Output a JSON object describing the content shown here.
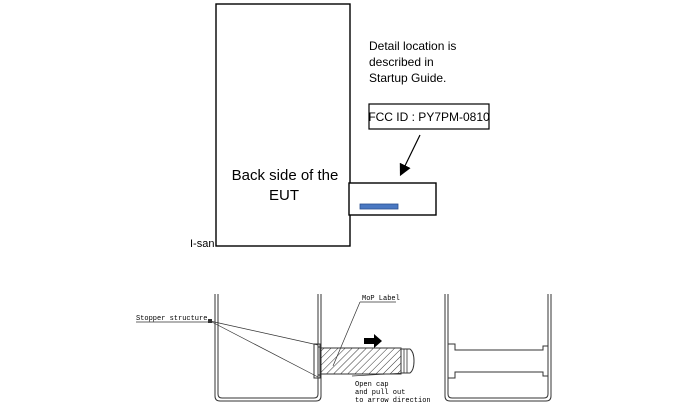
{
  "top": {
    "device_label_line1": "Back  side of the",
    "device_label_line2": "EUT",
    "note_line1": "Detail location is",
    "note_line2": "described in",
    "note_line3": "Startup Guide.",
    "fcc_label": "FCC ID : PY7PM-0810",
    "brand": "I-san"
  },
  "bottom": {
    "stopper_label": "Stopper structure",
    "mop_label": "MoP Label",
    "instruction_line1": "Open cap",
    "instruction_line2": "and pull out",
    "instruction_line3": "to arrow direction"
  },
  "colors": {
    "line": "#000000",
    "label_strip": "#4a78c2",
    "label_strip_border": "#2a4f8f",
    "drawing": "#333333"
  }
}
